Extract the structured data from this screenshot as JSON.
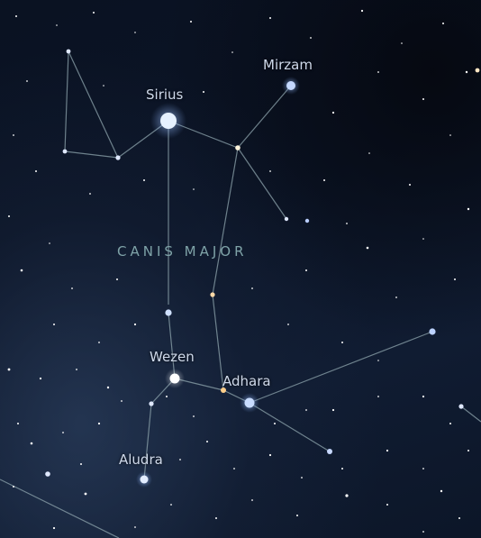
{
  "constellation": {
    "name": "CANIS MAJOR",
    "line_color": "#8fa6ad"
  },
  "stars": {
    "sirius": {
      "label": "Sirius",
      "color": "#cfe4ff"
    },
    "mirzam": {
      "label": "Mirzam",
      "color": "#bcd2ff"
    },
    "wezen": {
      "label": "Wezen",
      "color": "#ffffff"
    },
    "adhara": {
      "label": "Adhara",
      "color": "#bcd2ff"
    },
    "aludra": {
      "label": "Aludra",
      "color": "#d6e4ff"
    }
  }
}
